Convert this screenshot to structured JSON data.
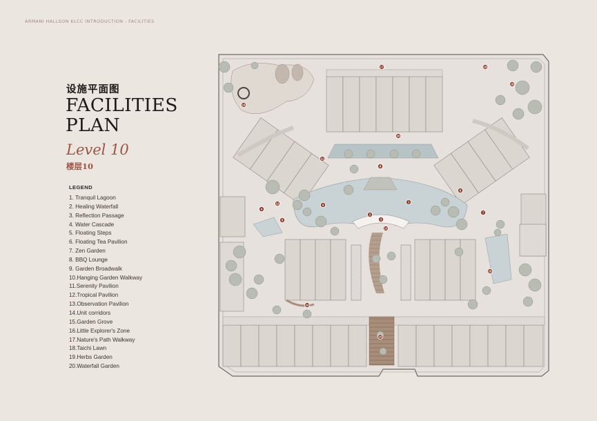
{
  "header": {
    "text": "ARMANI HALLSON KLCC INTRODUCTION - FACILITIES"
  },
  "title": {
    "zh": "设施平面图",
    "line1": "FACILITIES",
    "line2": "PLAN",
    "level": "Level 10",
    "level_zh": "楼层10"
  },
  "legend": {
    "title": "LEGEND",
    "items": [
      "1.  Tranquil Lagoon",
      "2.  Healing Waterfall",
      "3.  Reflection Passage",
      "4.  Water Cascade",
      "5.  Floating Steps",
      "6.  Floating Tea Pavilion",
      "7.  Zen Garden",
      "8.  BBQ Lounge",
      "9.  Garden Broadwalk",
      "10.Hanging Garden Walkway",
      "11.Serenity Pavilion",
      "12.Tropical Pavilion",
      "13.Observation Pavilion",
      "14.Unit corridors",
      "15.Garden Grove",
      "16.Little Explorer's Zone",
      "17.Nature's Path Walkway",
      "18.Taichi Lawn",
      "19.Herbs Garden",
      "20.Waterfall Garden"
    ]
  },
  "plan_markers": [
    "1",
    "2",
    "3",
    "4",
    "5",
    "6",
    "7",
    "8",
    "9",
    "10",
    "11",
    "12",
    "13",
    "14",
    "15",
    "16",
    "17",
    "18",
    "19",
    "20"
  ],
  "colors": {
    "background": "#ece6e0",
    "accent": "#9c5545",
    "marker": "#8a3e2e",
    "water": "#c9d3d6",
    "building": "#dcd6d0",
    "greenery": "#b8bcb3"
  }
}
